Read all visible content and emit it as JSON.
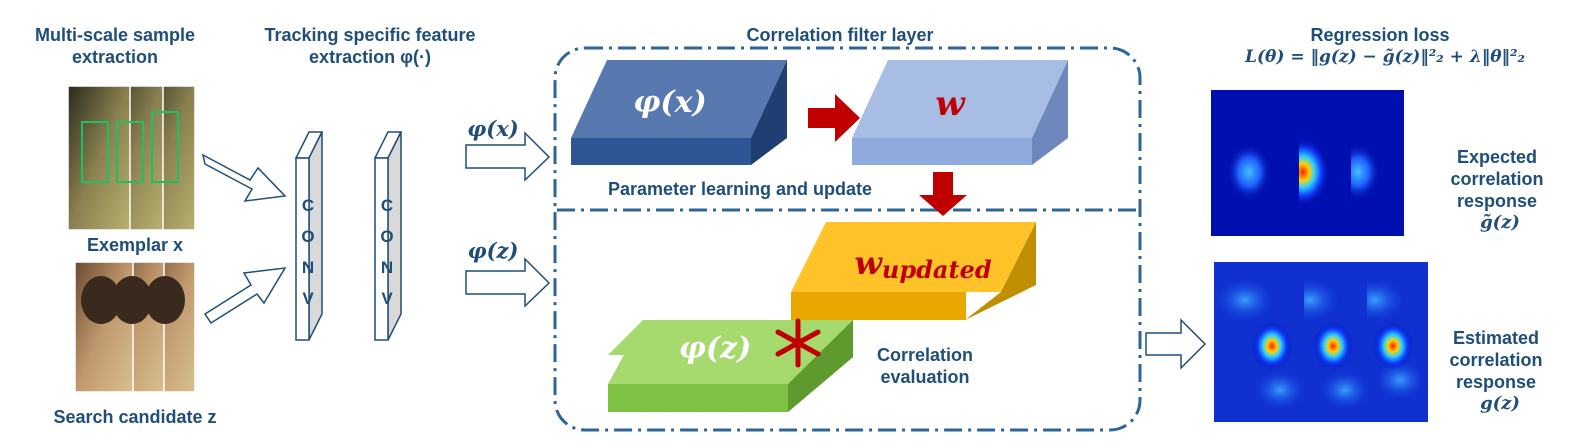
{
  "input_section": {
    "heading": "Multi-scale sample extraction",
    "exemplar_label": "Exemplar x",
    "search_label": "Search candidate z"
  },
  "feature_section": {
    "heading": "Tracking specific feature",
    "heading_line2": "extraction φ(·)",
    "conv_label": [
      "C",
      "O",
      "N",
      "V"
    ]
  },
  "arrows": {
    "phi_x": "φ(x)",
    "phi_z": "φ(z)"
  },
  "correlation_layer": {
    "title": "Correlation filter layer",
    "block_phi_x": "φ(x)",
    "block_w": "w",
    "block_w_updated": "wupdated",
    "block_phi_z": "φ(z)",
    "learning_label": "Parameter learning and update",
    "evaluation_label": "Correlation evaluation",
    "operator": "*"
  },
  "output_section": {
    "loss_title": "Regression loss",
    "loss_formula": "L(θ) = ‖g(z) − g̃(z)‖²₂ + λ‖θ‖²₂",
    "expected_label": "Expected correlation response",
    "expected_symbol": "g̃(z)",
    "estimated_label": "Estimated correlation response",
    "estimated_symbol": "g(z)"
  },
  "colors": {
    "text": "#1f4e79",
    "phi_x_block": "#4e71a6",
    "w_block": "#a7bde3",
    "w_updated_block": "#f6c02a",
    "phi_z_block": "#98d067",
    "arrow_red": "#c00000",
    "dash_border": "#2e6496"
  }
}
